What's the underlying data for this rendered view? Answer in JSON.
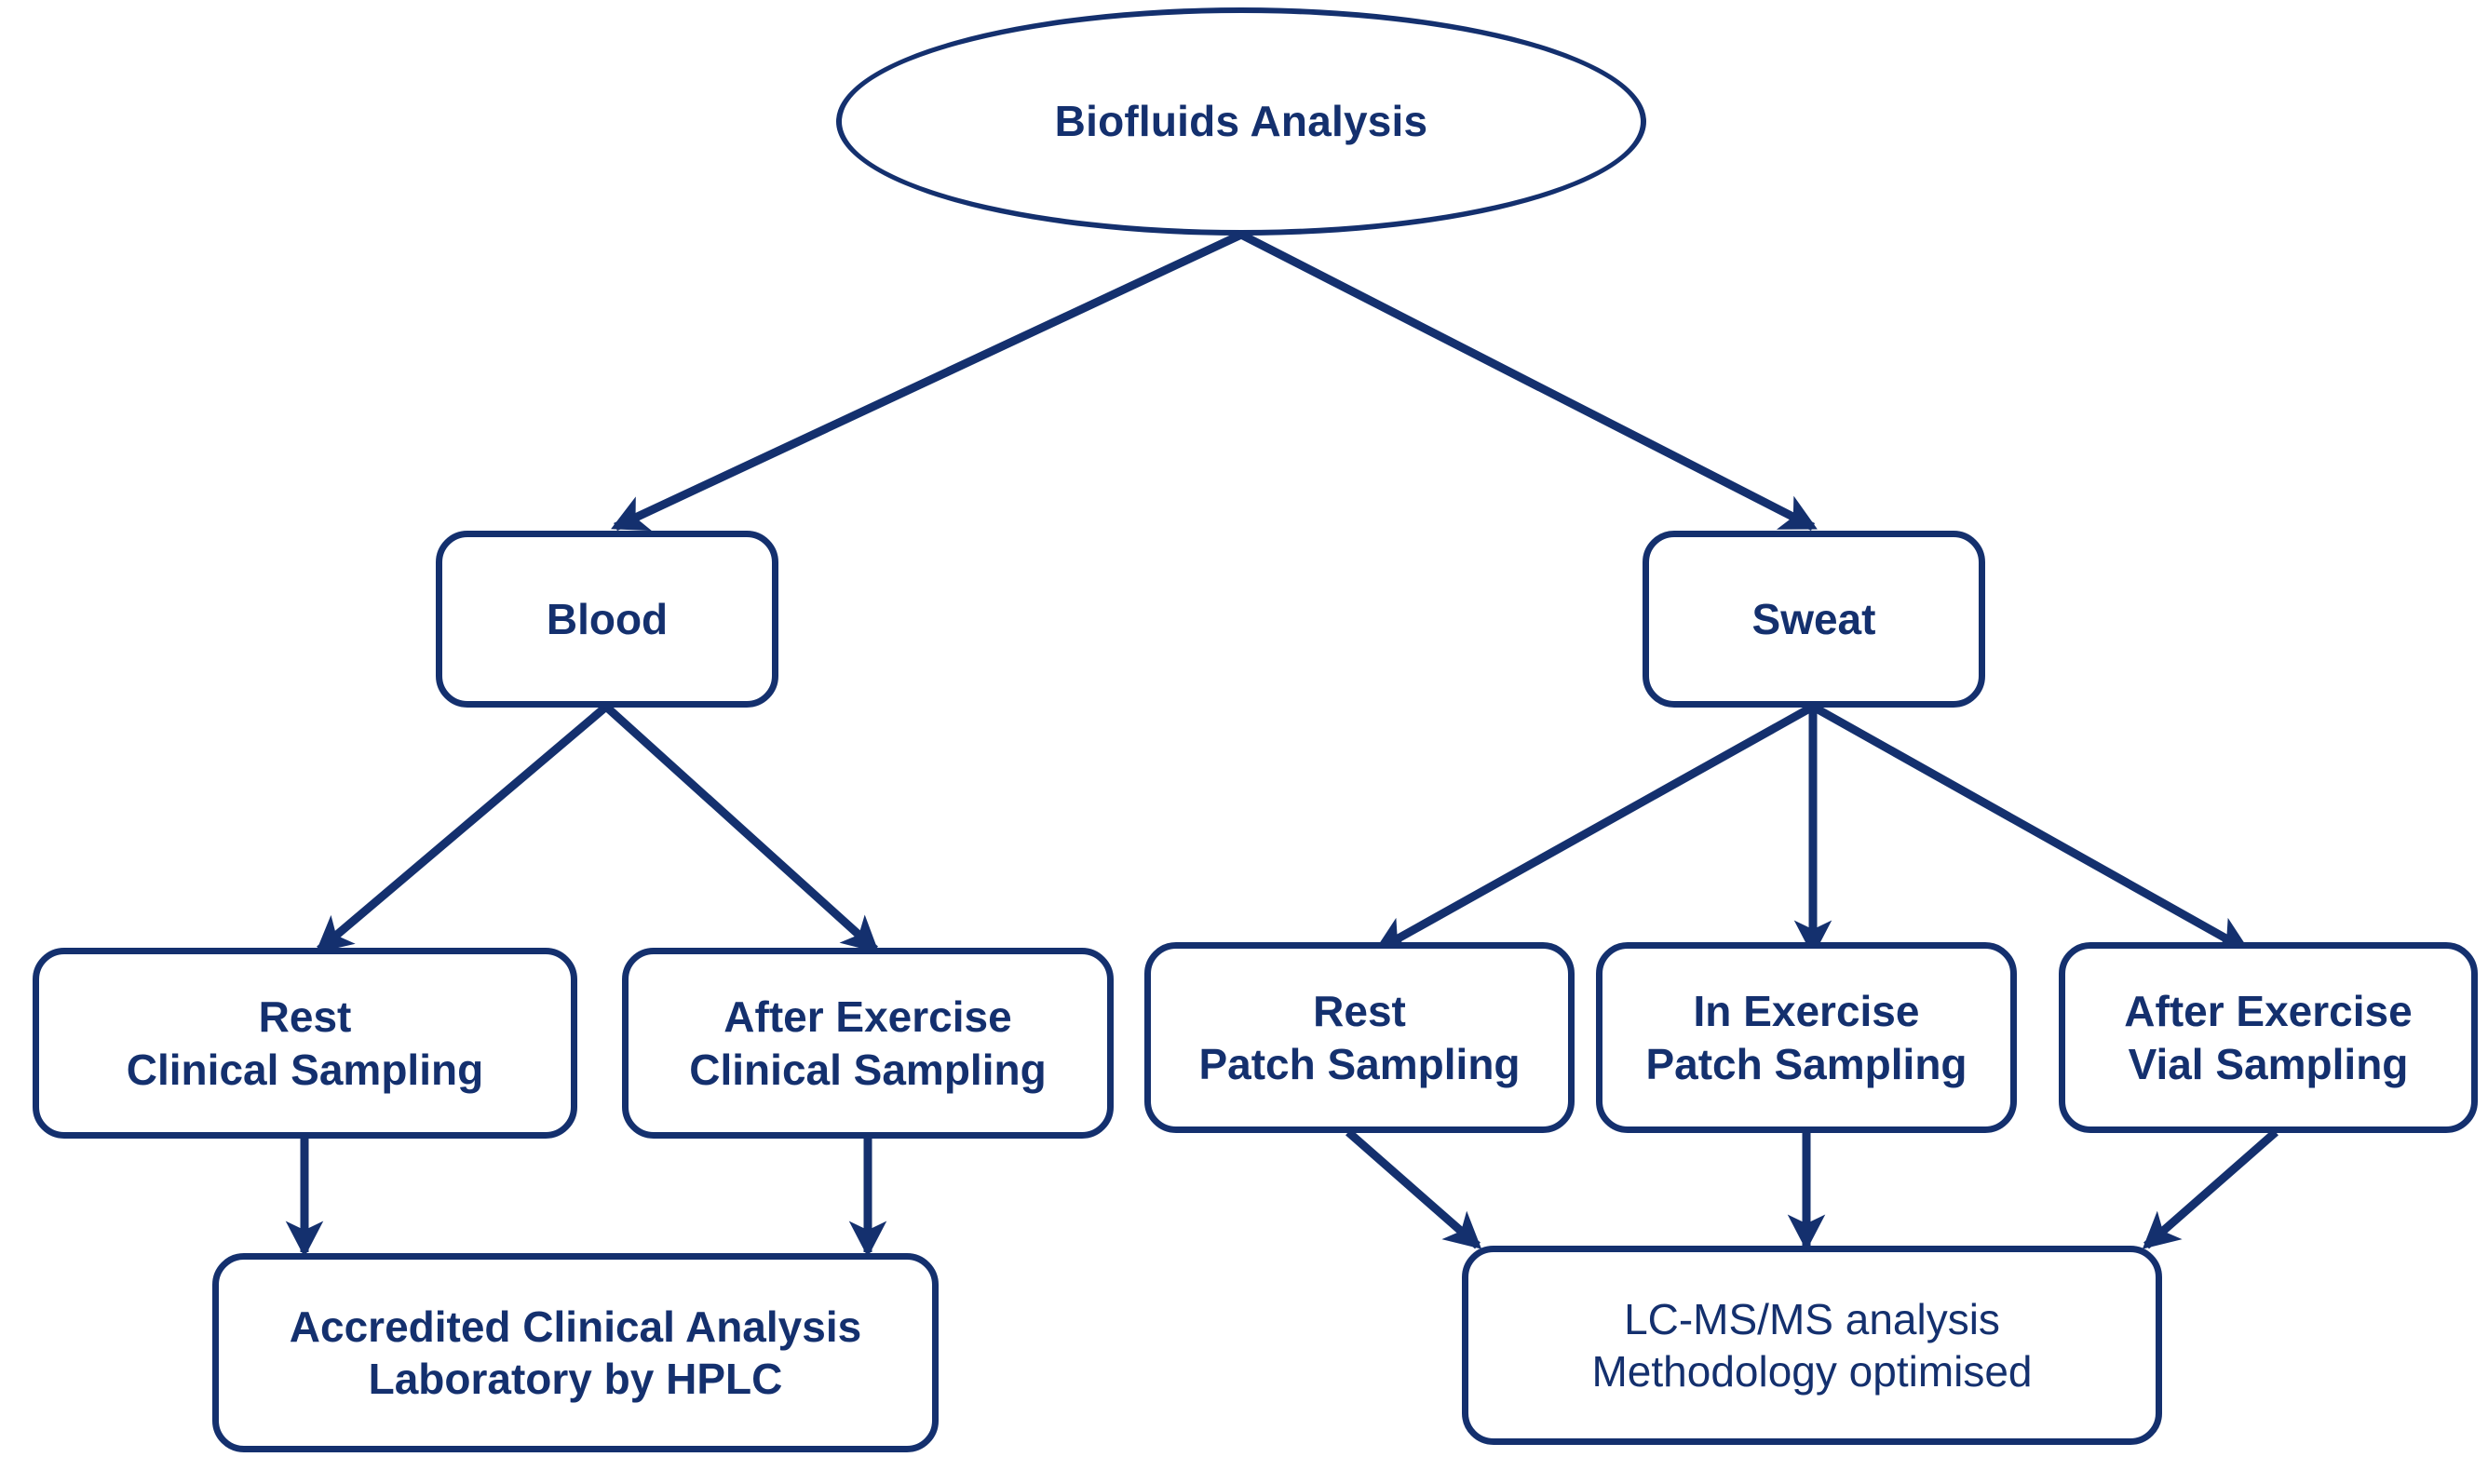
{
  "diagram": {
    "title": "Biofluids Analysis",
    "type": "flowchart",
    "accent_color": "#14306e",
    "background_color": "#ffffff",
    "nodes": {
      "root": {
        "label": "Biofluids Analysis",
        "shape": "ellipse"
      },
      "blood": {
        "label": "Blood",
        "shape": "rounded-rectangle"
      },
      "sweat": {
        "label": "Sweat",
        "shape": "rounded-rectangle"
      },
      "blood_rest": {
        "line1": "Rest",
        "line2": "Clinical Sampling",
        "shape": "rounded-rectangle"
      },
      "blood_after_exercise": {
        "line1": "After Exercise",
        "line2": "Clinical Sampling",
        "shape": "rounded-rectangle"
      },
      "sweat_rest": {
        "line1": "Rest",
        "line2": "Patch Sampling",
        "shape": "rounded-rectangle"
      },
      "sweat_in_exercise": {
        "line1": "In Exercise",
        "line2": "Patch Sampling",
        "shape": "rounded-rectangle"
      },
      "sweat_after_exercise": {
        "line1": "After Exercise",
        "line2": "Vial Sampling",
        "shape": "rounded-rectangle"
      },
      "hplc_lab": {
        "line1": "Accredited Clinical Analysis",
        "line2": "Laboratory by HPLC",
        "shape": "rounded-rectangle"
      },
      "lcmsms": {
        "line1": "LC-MS/MS analysis",
        "line2": "Methodology optimised",
        "shape": "rounded-rectangle"
      }
    },
    "edges": [
      {
        "from": "root",
        "to": "blood",
        "style": "arrow"
      },
      {
        "from": "root",
        "to": "sweat",
        "style": "arrow"
      },
      {
        "from": "blood",
        "to": "blood_rest",
        "style": "arrow"
      },
      {
        "from": "blood",
        "to": "blood_after_exercise",
        "style": "arrow"
      },
      {
        "from": "sweat",
        "to": "sweat_rest",
        "style": "arrow"
      },
      {
        "from": "sweat",
        "to": "sweat_in_exercise",
        "style": "arrow"
      },
      {
        "from": "sweat",
        "to": "sweat_after_exercise",
        "style": "arrow"
      },
      {
        "from": "blood_rest",
        "to": "hplc_lab",
        "style": "arrow"
      },
      {
        "from": "blood_after_exercise",
        "to": "hplc_lab",
        "style": "arrow"
      },
      {
        "from": "sweat_rest",
        "to": "lcmsms",
        "style": "arrow"
      },
      {
        "from": "sweat_in_exercise",
        "to": "lcmsms",
        "style": "arrow"
      },
      {
        "from": "sweat_after_exercise",
        "to": "lcmsms",
        "style": "arrow"
      }
    ]
  }
}
